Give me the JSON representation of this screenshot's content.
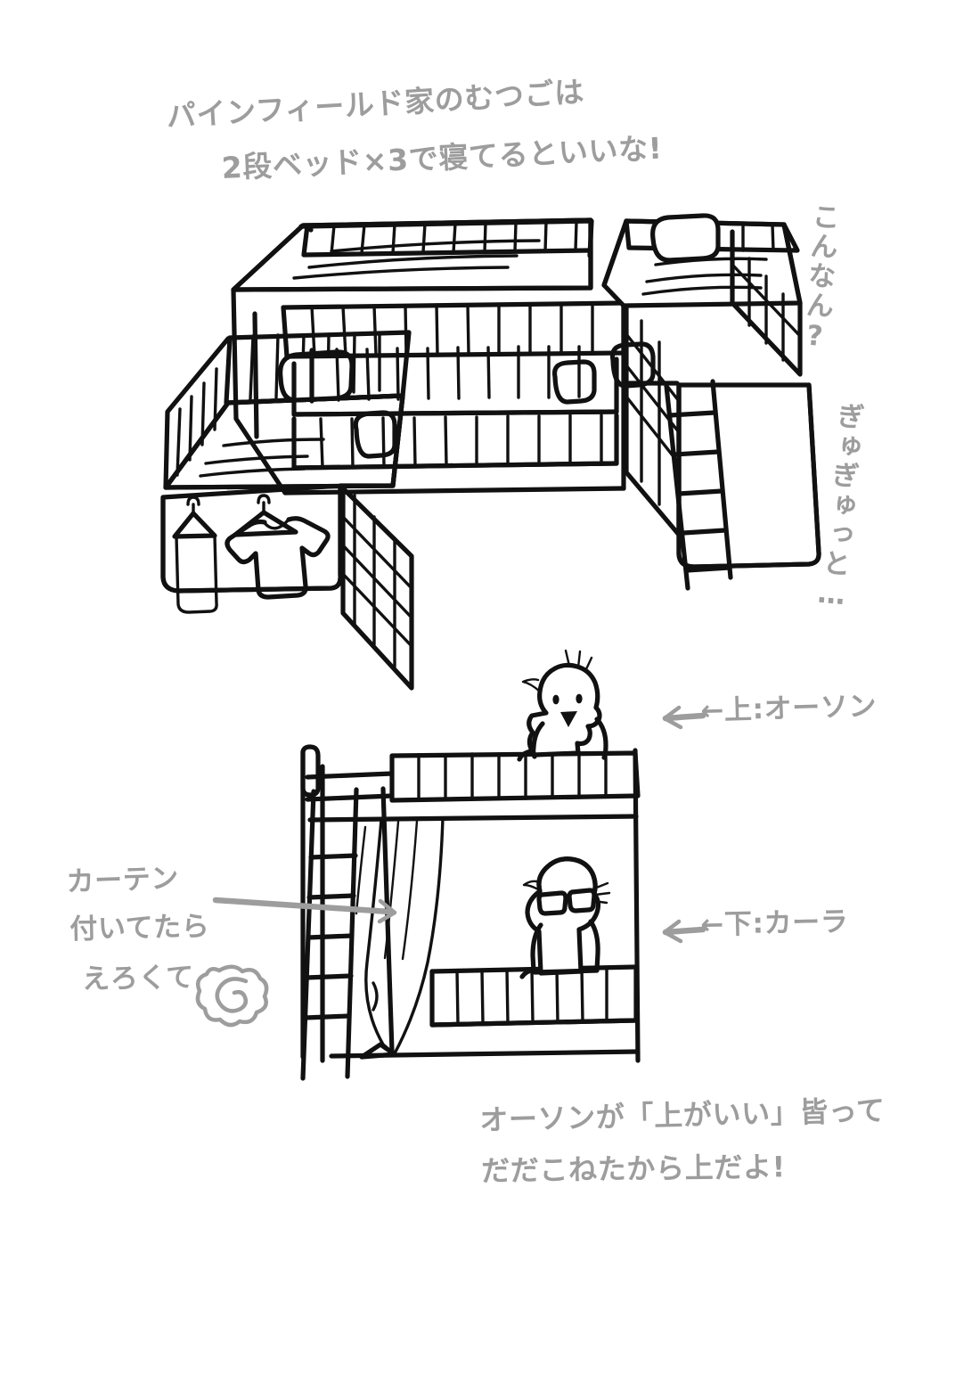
{
  "page": {
    "background_color": "#ffffff",
    "ink_color": "#111111",
    "pencil_color": "#9d9d9d",
    "kind": "hand-drawn-sketch-page"
  },
  "title": {
    "line_1": "パインフィールド家のむつごは",
    "line_2": "2段ベッド×3で寝てるといいな!"
  },
  "upper_sketch": {
    "caption_vertical_1": "こんなん?",
    "caption_vertical_2": "ぎゅぎゅっと…",
    "description": "U字に並べた2段ベッド×3台の俯瞰スケッチ",
    "items": {
      "laundry_bag": "laundry-bag",
      "tshirt_on_hanger": "tshirt-on-hanger",
      "ladder": "ladder",
      "pillows": "pillows"
    }
  },
  "lower_sketch": {
    "label_top": "←上:オーソン",
    "label_bottom": "←下:カーラ",
    "curtain_note": {
      "line_1": "カーテン",
      "line_2": "付いてたら",
      "line_3": "えろくて",
      "flower_glyph": "flower-doodle"
    },
    "characters": {
      "upper": "オーソン",
      "lower": "カーラ"
    }
  },
  "footer": {
    "line_1": "オーソンが「上がいい」皆って",
    "line_2": "だだこねたから上だよ!"
  }
}
